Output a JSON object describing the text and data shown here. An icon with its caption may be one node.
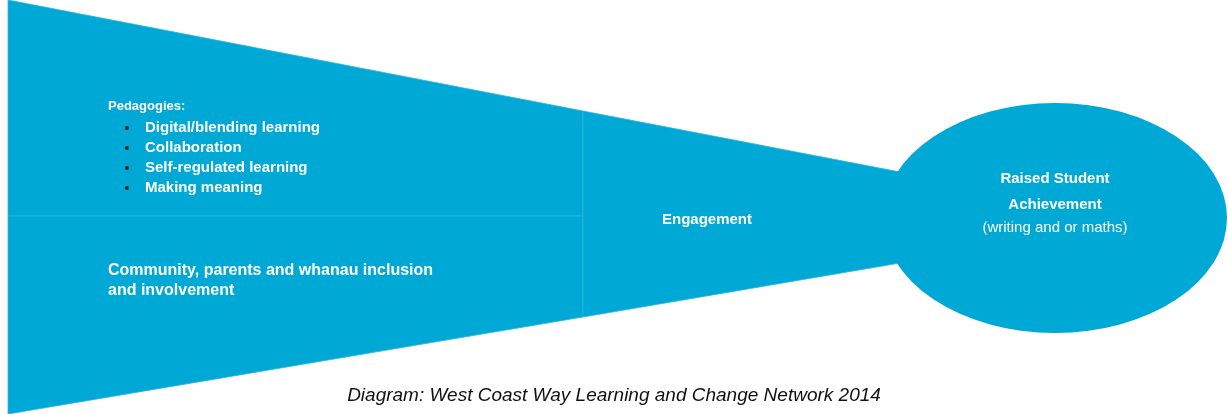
{
  "diagram": {
    "caption": "Diagram: West Coast Way Learning and Change Network 2014",
    "nodes": [
      {
        "text": [
          "Pedagogies:",
          "Digital/blending learning",
          "Collaboration",
          "Self-regulated learning",
          "Making meaning"
        ]
      },
      {
        "text": [
          "Community, parents and whanau inclusion and involvement"
        ]
      },
      {
        "text": [
          "Engagement"
        ]
      },
      {
        "text": [
          "Raised Student Achievement",
          "(writing and or maths)"
        ]
      }
    ]
  }
}
